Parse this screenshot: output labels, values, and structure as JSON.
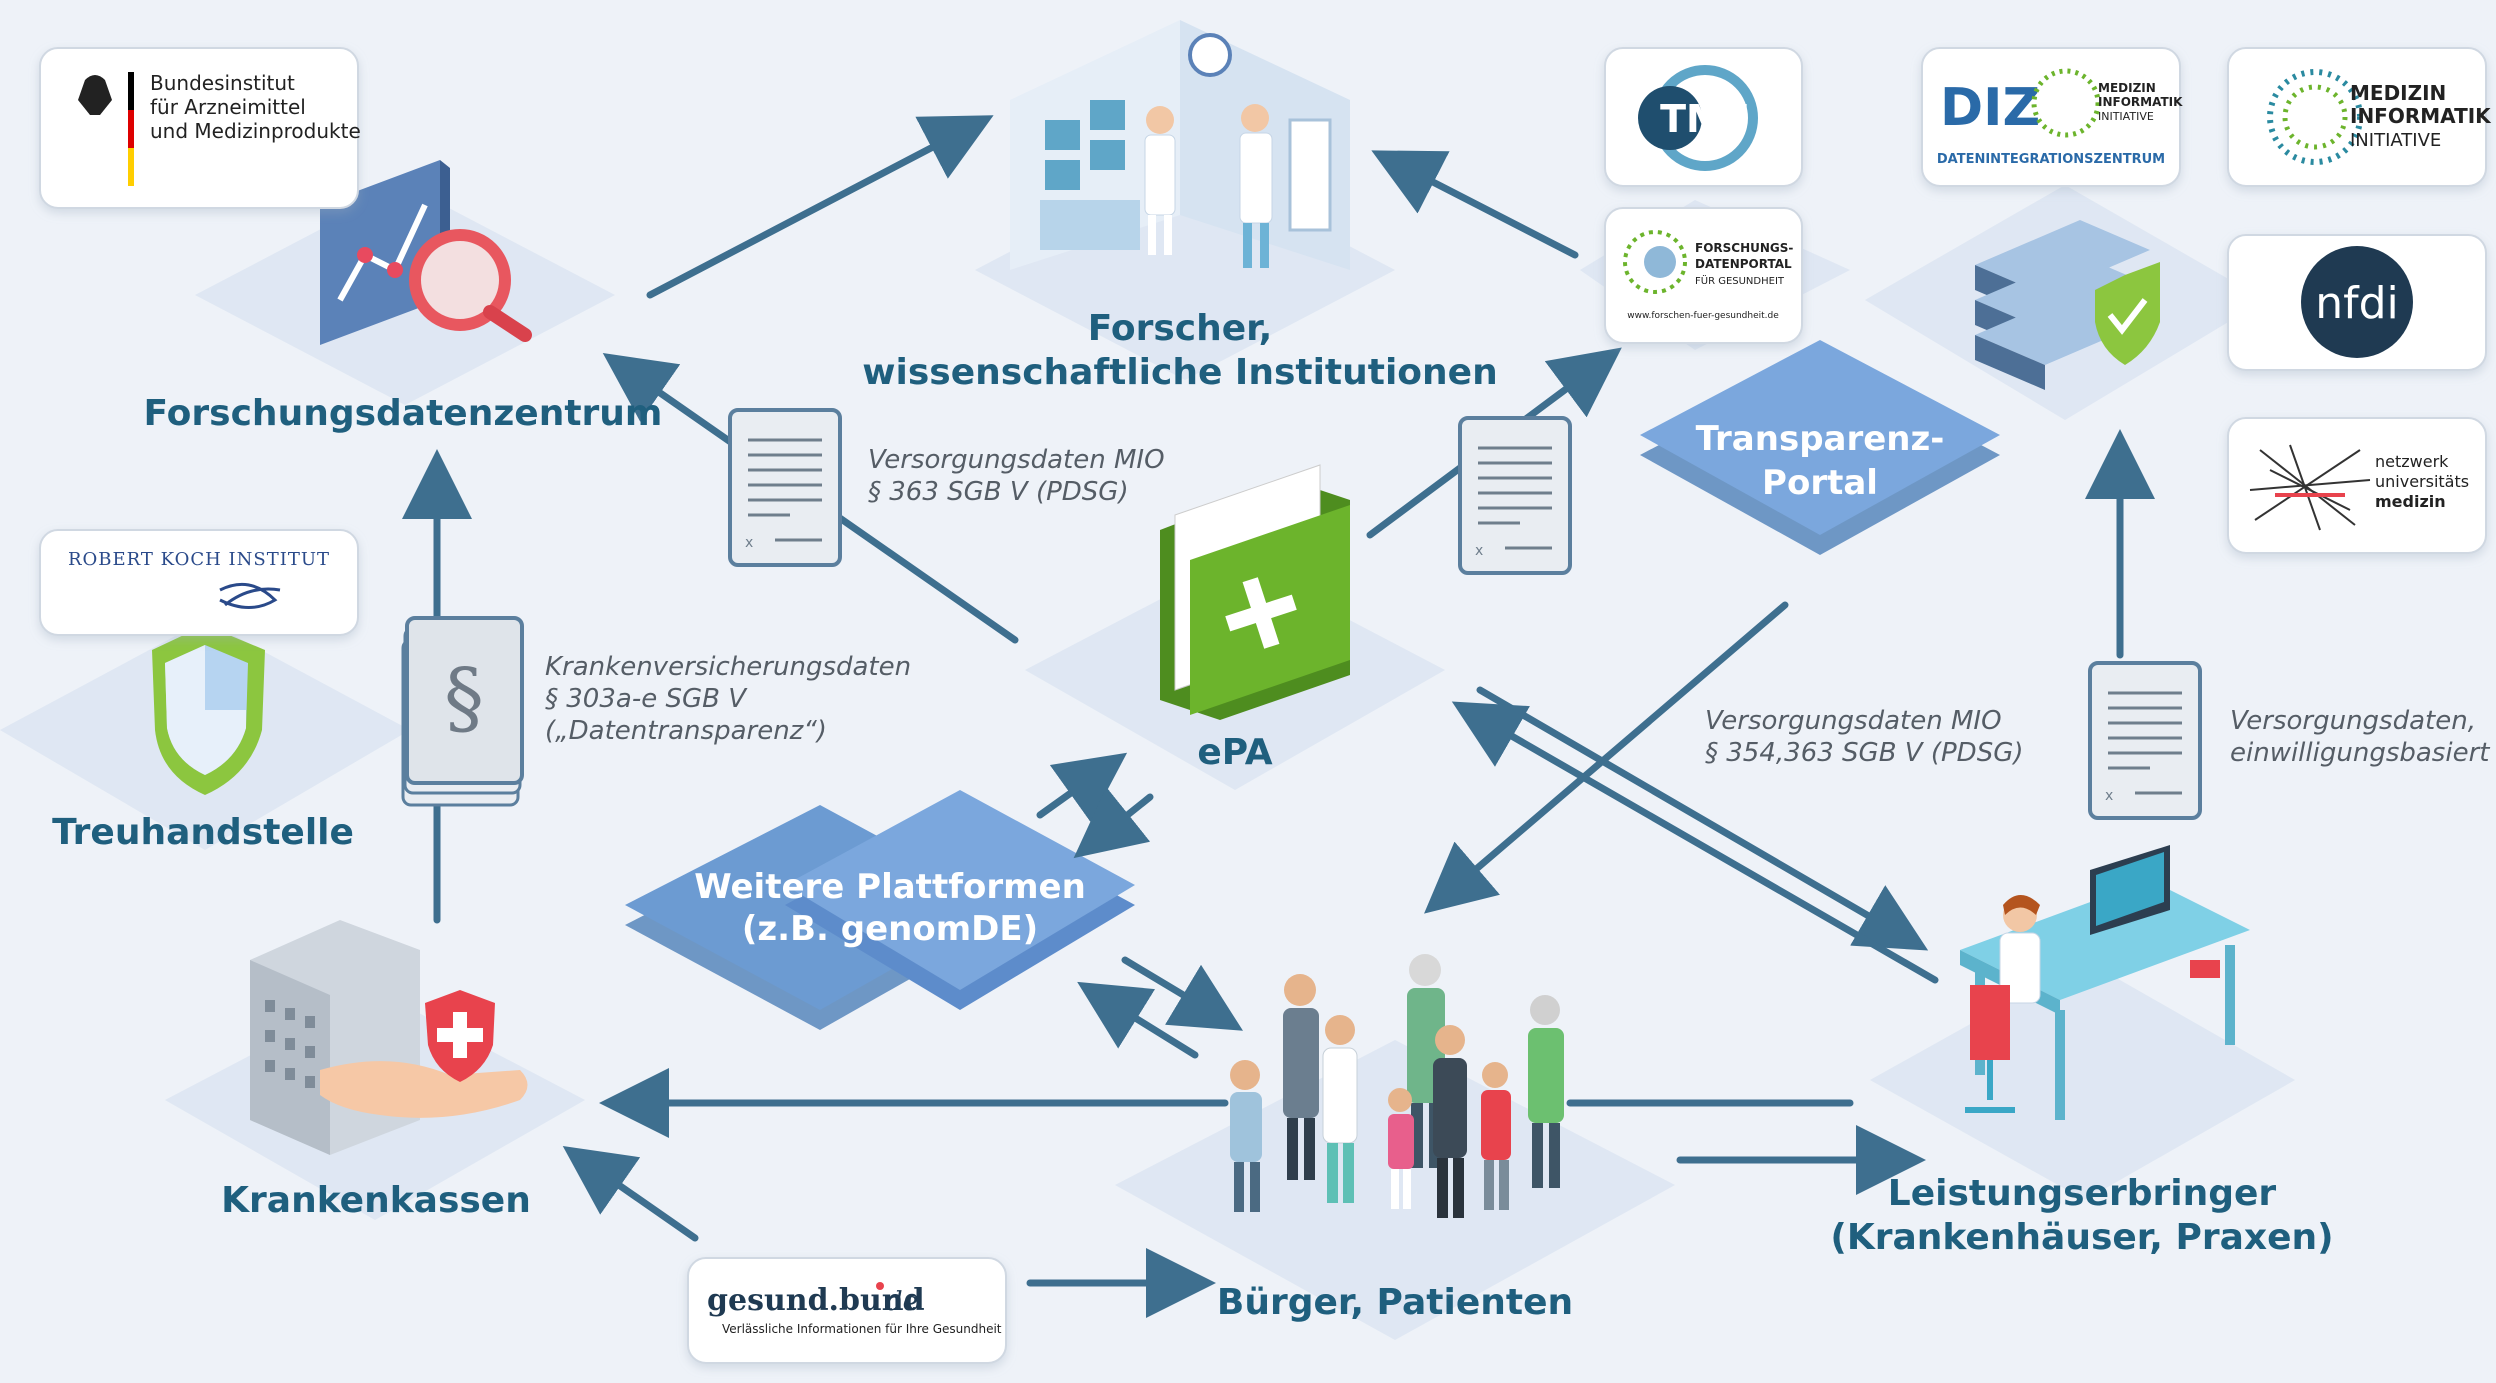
{
  "nodes": {
    "fdz": "Forschungsdatenzentrum",
    "forscher_1": "Forscher,",
    "forscher_2": "wissenschaftliche Institutionen",
    "epa": "ePA",
    "treuhand": "Treuhandstelle",
    "krankenkassen": "Krankenkassen",
    "buerger": "Bürger, Patienten",
    "leistung_1": "Leistungserbringer",
    "leistung_2": "(Krankenhäuser, Praxen)",
    "weitere_1": "Weitere Plattformen",
    "weitere_2": "(z.B. genomDE)",
    "transparenz_1": "Transparenz-",
    "transparenz_2": "Portal"
  },
  "notes": {
    "mio_363_1": "Versorgungsdaten MIO",
    "mio_363_2": "§ 363 SGB V (PDSG)",
    "kv_1": "Krankenversicherungsdaten",
    "kv_2": "§ 303a-e SGB V",
    "kv_3": "(„Datentransparenz“)",
    "mio_354_1": "Versorgungsdaten MIO",
    "mio_354_2": "§ 354,363 SGB V (PDSG)",
    "einw_1": "Versorgungsdaten,",
    "einw_2": "einwilligungsbasiert"
  },
  "logos": {
    "bfarm_1": "Bundesinstitut",
    "bfarm_2": "für Arzneimittel",
    "bfarm_3": "und Medizinprodukte",
    "rki": "ROBERT KOCH INSTITUT",
    "tmf": "TMF",
    "fdp_1": "FORSCHUNGS-",
    "fdp_2": "DATENPORTAL",
    "fdp_3": "FÜR GESUNDHEIT",
    "fdp_url": "www.forschen-fuer-gesundheit.de",
    "diz": "DIZ",
    "diz_mii_1": "MEDIZIN",
    "diz_mii_2": "INFORMATIK",
    "diz_mii_3": "INITIATIVE",
    "diz_sub": "DATENINTEGRATIONSZENTRUM",
    "mii_1": "MEDIZIN",
    "mii_2": "INFORMATIK",
    "mii_3": "INITIATIVE",
    "nfdi": "nfdi",
    "num_1": "netzwerk",
    "num_2": "universitäts",
    "num_3": "medizin",
    "gesund": "gesund.bund",
    "gesund_de": "de",
    "gesund_sub": "Verlässliche Informationen für Ihre Gesundheit"
  },
  "symbols": {
    "paragraph": "§"
  },
  "colors": {
    "arrow": "#3e6f8f",
    "label": "#1f5f7e",
    "platform": "#6c9bd2",
    "tile": "#dde6f2",
    "epa_green": "#6cb42c"
  }
}
